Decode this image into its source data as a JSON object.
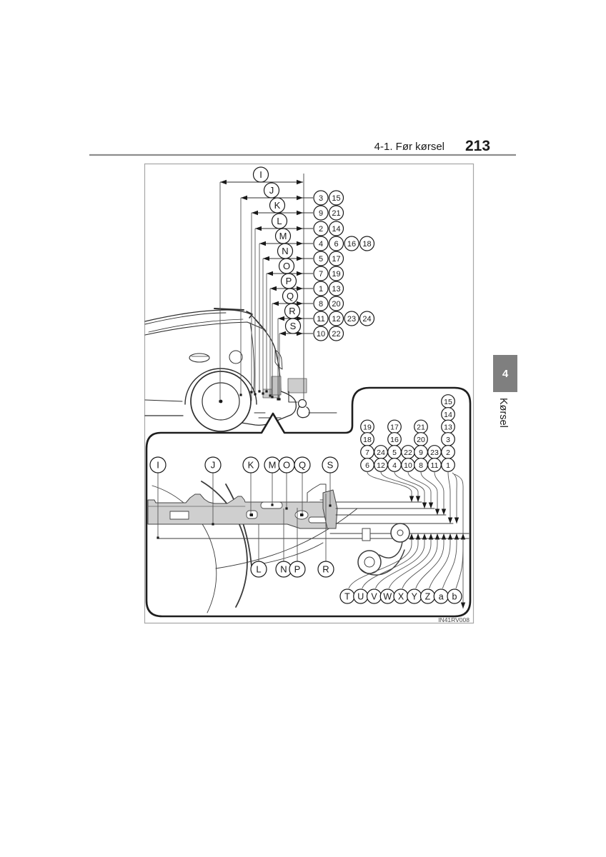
{
  "header": {
    "section": "4-1. Før kørsel",
    "page_number": "213"
  },
  "side_tab": {
    "number": "4",
    "label": "Kørsel"
  },
  "figure": {
    "code": "IN41RV008",
    "dimension_rows": [
      {
        "letter": "I",
        "numbers": []
      },
      {
        "letter": "J",
        "numbers": [
          "3",
          "15"
        ]
      },
      {
        "letter": "K",
        "numbers": [
          "9",
          "21"
        ]
      },
      {
        "letter": "L",
        "numbers": [
          "2",
          "14"
        ]
      },
      {
        "letter": "M",
        "numbers": [
          "4",
          "6",
          "16",
          "18"
        ]
      },
      {
        "letter": "N",
        "numbers": [
          "5",
          "17"
        ]
      },
      {
        "letter": "O",
        "numbers": [
          "7",
          "19"
        ]
      },
      {
        "letter": "P",
        "numbers": [
          "1",
          "13"
        ]
      },
      {
        "letter": "Q",
        "numbers": [
          "8",
          "20"
        ]
      },
      {
        "letter": "R",
        "numbers": [
          "11",
          "12",
          "23",
          "24"
        ]
      },
      {
        "letter": "S",
        "numbers": [
          "10",
          "22"
        ]
      }
    ],
    "detail": {
      "top_letters": [
        "I",
        "J",
        "K",
        "M",
        "O",
        "Q",
        "S"
      ],
      "bottom_letters": [
        "L",
        "N",
        "P",
        "R"
      ],
      "footer_letters": [
        "T",
        "U",
        "V",
        "W",
        "X",
        "Y",
        "Z",
        "a",
        "b"
      ],
      "number_grid_columns": [
        [
          "19",
          "18",
          "7",
          "6"
        ],
        [
          "24",
          "12"
        ],
        [
          "17",
          "16",
          "5",
          "4"
        ],
        [
          "22",
          "10"
        ],
        [
          "21",
          "20",
          "9",
          "8"
        ],
        [
          "23",
          "11"
        ],
        [
          "15",
          "14",
          "13",
          "3",
          "2",
          "1"
        ]
      ]
    }
  }
}
